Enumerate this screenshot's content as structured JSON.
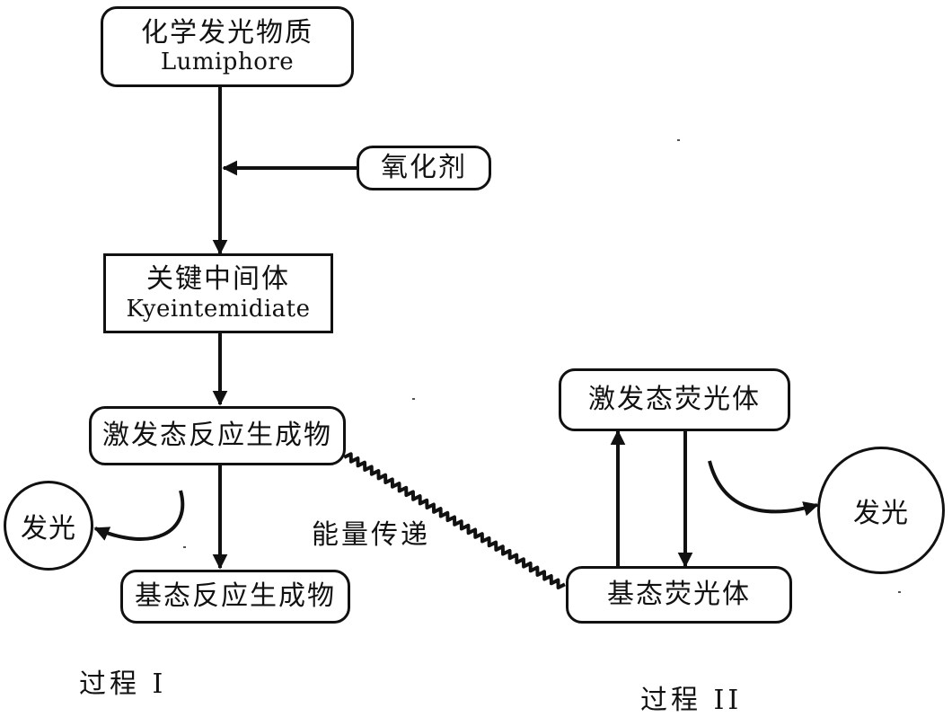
{
  "nodes": {
    "lumiphore": {
      "zh": "化学发光物质",
      "en": "Lumiphore"
    },
    "oxidant": {
      "zh": "氧化剂"
    },
    "key_intermediate": {
      "zh": "关键中间体",
      "en": "Kyeintemidiate"
    },
    "excited_product": {
      "zh": "激发态反应生成物"
    },
    "ground_product": {
      "zh": "基态反应生成物"
    },
    "excited_fluor": {
      "zh": "激发态荧光体"
    },
    "ground_fluor": {
      "zh": "基态荧光体"
    },
    "emission_left": {
      "zh": "发光"
    },
    "emission_right": {
      "zh": "发光"
    }
  },
  "labels": {
    "energy_transfer": "能量传递",
    "process_1": "过程 I",
    "process_2": "过程 II"
  }
}
